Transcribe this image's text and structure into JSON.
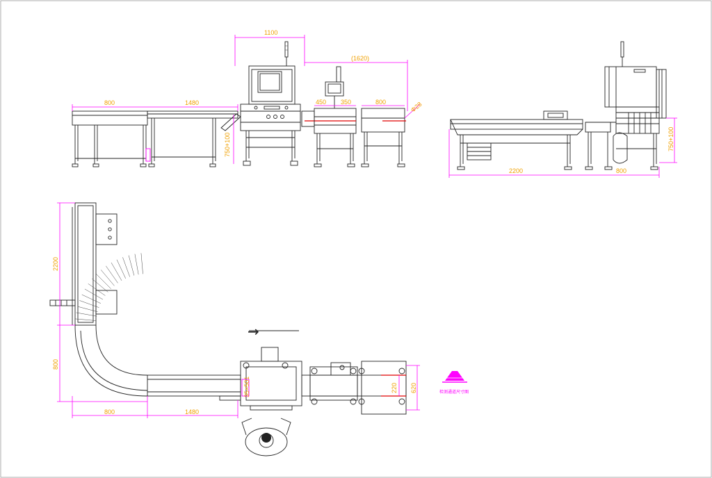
{
  "front_view": {
    "dims": {
      "xray_width": "1100",
      "checker_span": "(1620)",
      "table_left": "800",
      "conveyor_top": "1480",
      "height_left": "750+100",
      "checker_a": "450",
      "checker_b": "350",
      "reject_table": "800",
      "angle_mark": "Φ28"
    }
  },
  "side_view": {
    "dims": {
      "long_conveyor": "2200",
      "xray_depth": "800",
      "height_right": "750+100"
    }
  },
  "plan_view": {
    "dims": {
      "vertical_conveyor": "2200",
      "curve_height": "800",
      "curve_width": "800",
      "straight_conveyor": "1480",
      "tunnel_label": "35×501",
      "reject_width_a": "220",
      "reject_width_b": "620"
    },
    "flow_direction": "→"
  },
  "legend": {
    "caption": "检测通道尺寸图"
  }
}
